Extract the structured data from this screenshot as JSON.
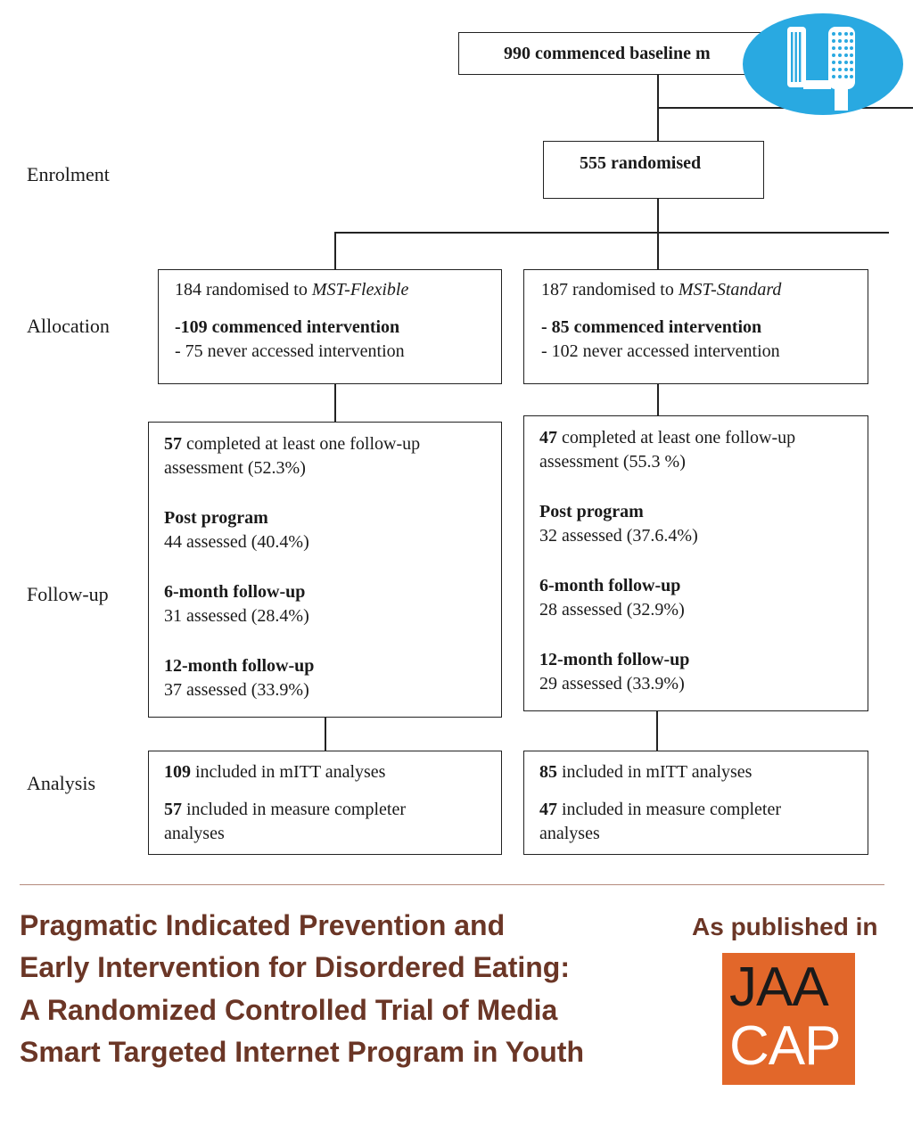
{
  "stages": {
    "enrolment": "Enrolment",
    "allocation": "Allocation",
    "followup": "Follow-up",
    "analysis": "Analysis"
  },
  "top_box": "990 commenced baseline m",
  "randomised_box": "555 randomised",
  "allocation_left": {
    "line1_prefix": "184 randomised to ",
    "line1_group": "MST-Flexible",
    "line2": "-109 commenced intervention",
    "line3": "- 75 never accessed intervention"
  },
  "allocation_right": {
    "line1_prefix": "187 randomised to ",
    "line1_group": "MST-Standard",
    "line2": "- 85 commenced intervention",
    "line3": "- 102 never accessed intervention"
  },
  "followup_left": {
    "completed_n": "57",
    "completed_text": " completed at least one follow-up",
    "completed_pct": "assessment (52.3%)",
    "post_title": "Post program",
    "post_value": "44 assessed (40.4%)",
    "six_title": "6-month follow-up",
    "six_value": "31 assessed (28.4%)",
    "twelve_title": "12-month follow-up",
    "twelve_value": "37 assessed (33.9%)"
  },
  "followup_right": {
    "completed_n": "47",
    "completed_text": " completed at least one follow-up",
    "completed_pct": "assessment (55.3 %)",
    "post_title": "Post program",
    "post_value": "32 assessed (37.6.4%)",
    "six_title": "6-month follow-up",
    "six_value": "28 assessed (32.9%)",
    "twelve_title": "12-month follow-up",
    "twelve_value": "29 assessed (33.9%)"
  },
  "analysis_left": {
    "mitt_n": "109",
    "mitt_text": " included in mITT analyses",
    "comp_n": "57",
    "comp_text": " included in measure completer",
    "comp_text2": "analyses"
  },
  "analysis_right": {
    "mitt_n": "85",
    "mitt_text": " included in mITT analyses",
    "comp_n": "47",
    "comp_text": " included in measure completer",
    "comp_text2": "analyses"
  },
  "title_lines": [
    "Pragmatic Indicated Prevention and",
    "Early Intervention for Disordered Eating:",
    "A Randomized Controlled Trial of Media",
    "Smart Targeted Internet Program in Youth"
  ],
  "published_label": "As published in",
  "journal_logo": {
    "line1": "JAA",
    "line2": "CAP",
    "color": "#e2672a"
  },
  "badge_color": "#29a9e1"
}
